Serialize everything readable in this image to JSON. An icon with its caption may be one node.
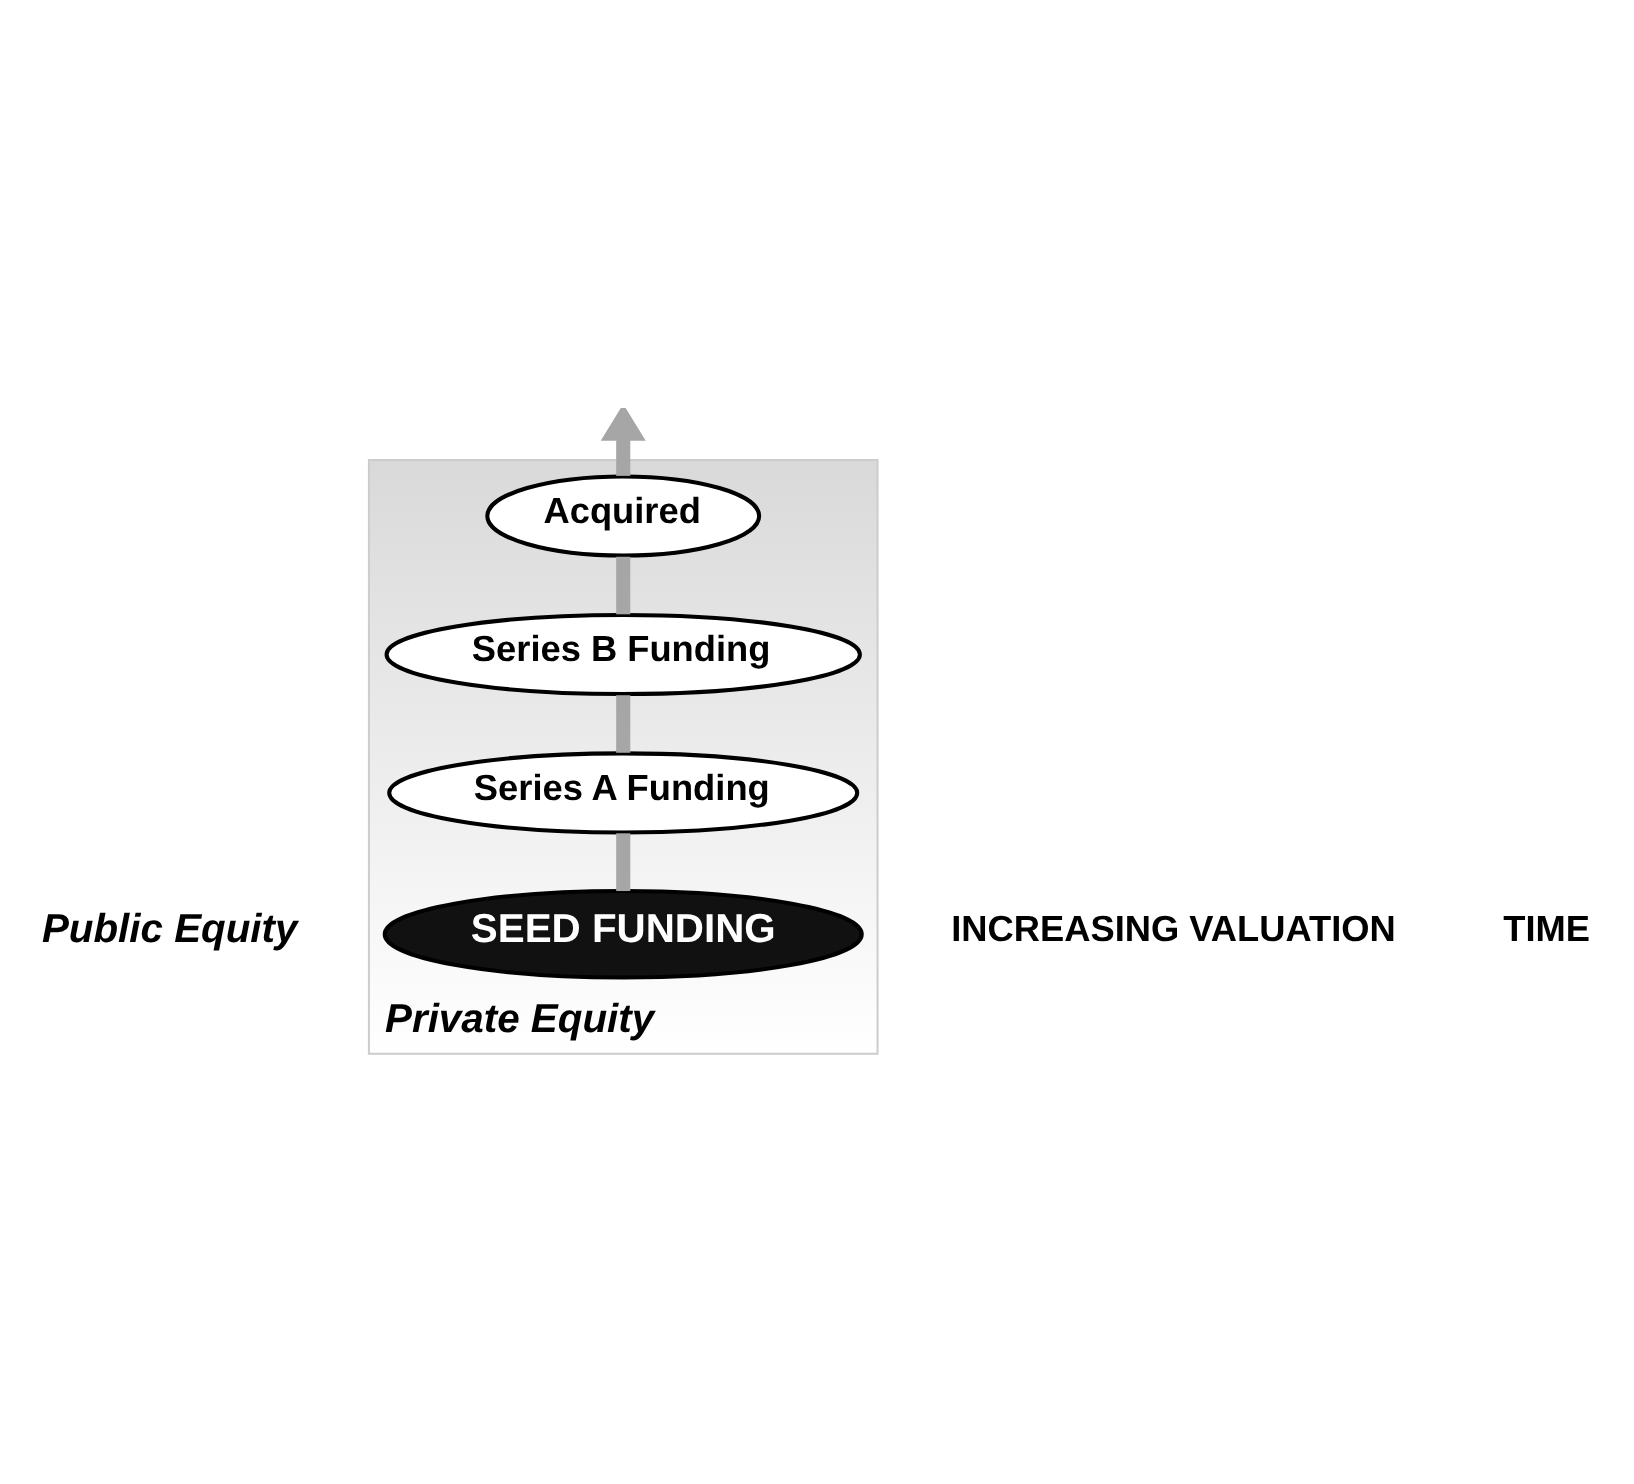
{
  "diagram": {
    "nodes": [
      {
        "text": [
          "Public Equity"
        ]
      },
      {
        "text": [
          "Private Equity"
        ]
      },
      {
        "text": [
          "SEED FUNDING"
        ],
        "in": 1
      },
      {
        "text": [
          "Series A Funding"
        ],
        "in": 1
      },
      {
        "text": [
          "Series B Funding"
        ],
        "in": 1
      },
      {
        "text": [
          "Acquired"
        ],
        "in": 1
      }
    ],
    "edges": [
      {
        "from": 2,
        "to": 3,
        "arrow": "none"
      },
      {
        "from": 3,
        "to": 4,
        "arrow": "none"
      },
      {
        "from": 4,
        "to": 5,
        "arrow": "none"
      },
      {
        "from": 5,
        "to": null,
        "arrow": "to"
      }
    ],
    "labels": [
      "INCREASING VALUATION",
      "TIME"
    ]
  }
}
